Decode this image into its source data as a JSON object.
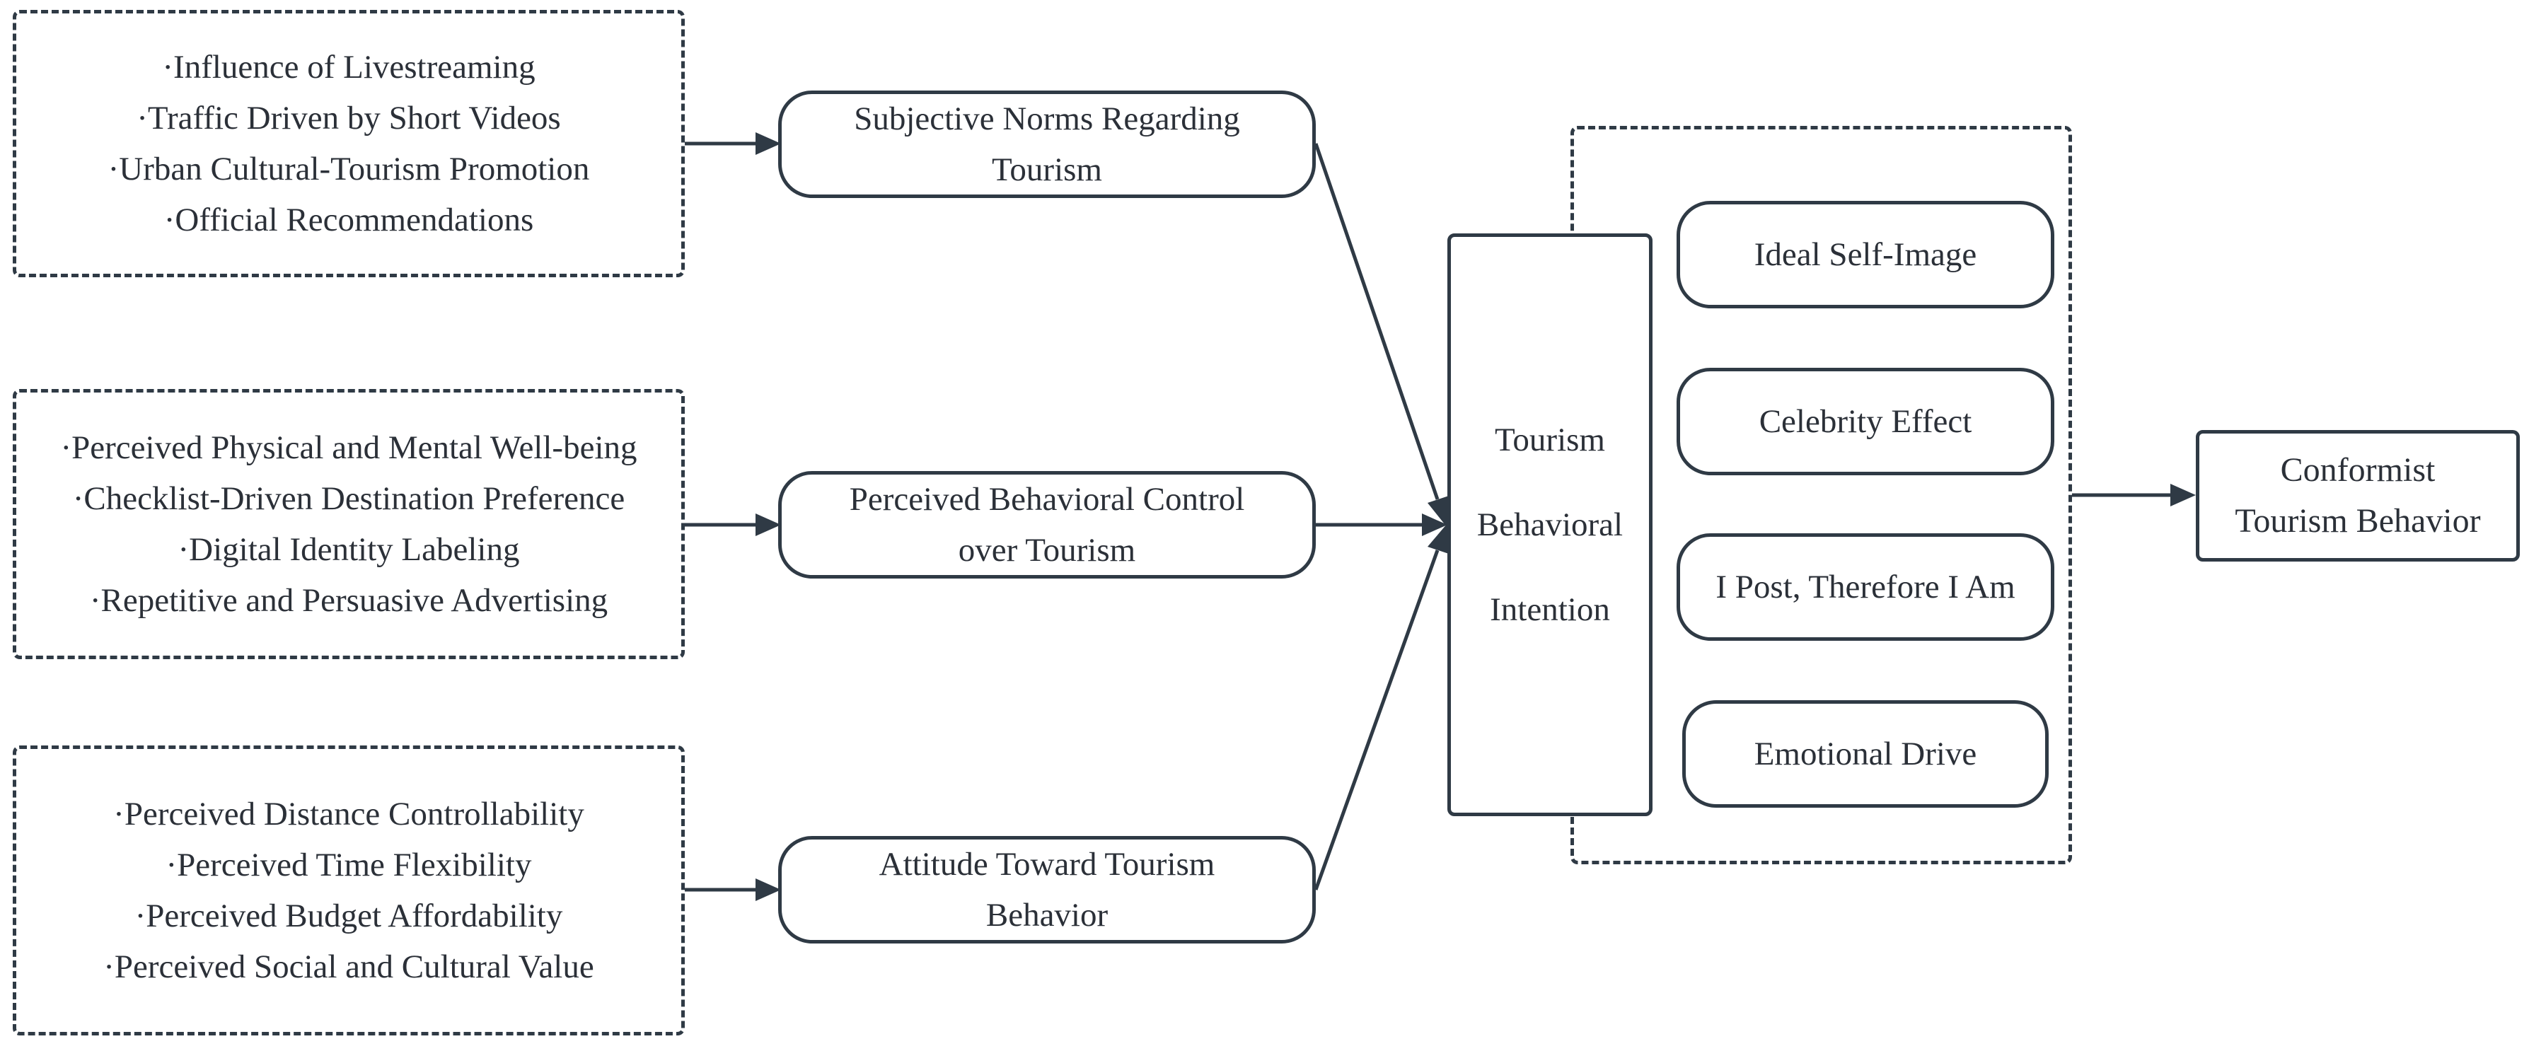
{
  "factor_groups": [
    {
      "items": [
        "·Influence of Livestreaming",
        "·Traffic Driven by Short Videos",
        "·Urban Cultural-Tourism Promotion",
        "·Official Recommendations"
      ]
    },
    {
      "items": [
        "·Perceived Physical and Mental Well-being",
        "·Checklist-Driven Destination Preference",
        "·Digital Identity Labeling",
        "·Repetitive and Persuasive Advertising"
      ]
    },
    {
      "items": [
        "·Perceived Distance Controllability",
        "·Perceived Time Flexibility",
        "·Perceived Budget Affordability",
        "·Perceived Social and Cultural Value"
      ]
    }
  ],
  "constructs": [
    {
      "lines": [
        "Subjective Norms Regarding",
        "Tourism"
      ]
    },
    {
      "lines": [
        "Perceived Behavioral Control",
        "over Tourism"
      ]
    },
    {
      "lines": [
        "Attitude Toward Tourism",
        "Behavior"
      ]
    }
  ],
  "intention": {
    "lines": [
      "Tourism",
      "Behavioral",
      "Intention"
    ]
  },
  "motivations": [
    "Ideal Self-Image",
    "Celebrity Effect",
    "I Post, Therefore I Am",
    "Emotional Drive"
  ],
  "outcome": {
    "lines": [
      "Conformist",
      "Tourism Behavior"
    ]
  },
  "colors": {
    "stroke": "#2f3a45",
    "text": "#2b3038",
    "background": "#ffffff"
  }
}
